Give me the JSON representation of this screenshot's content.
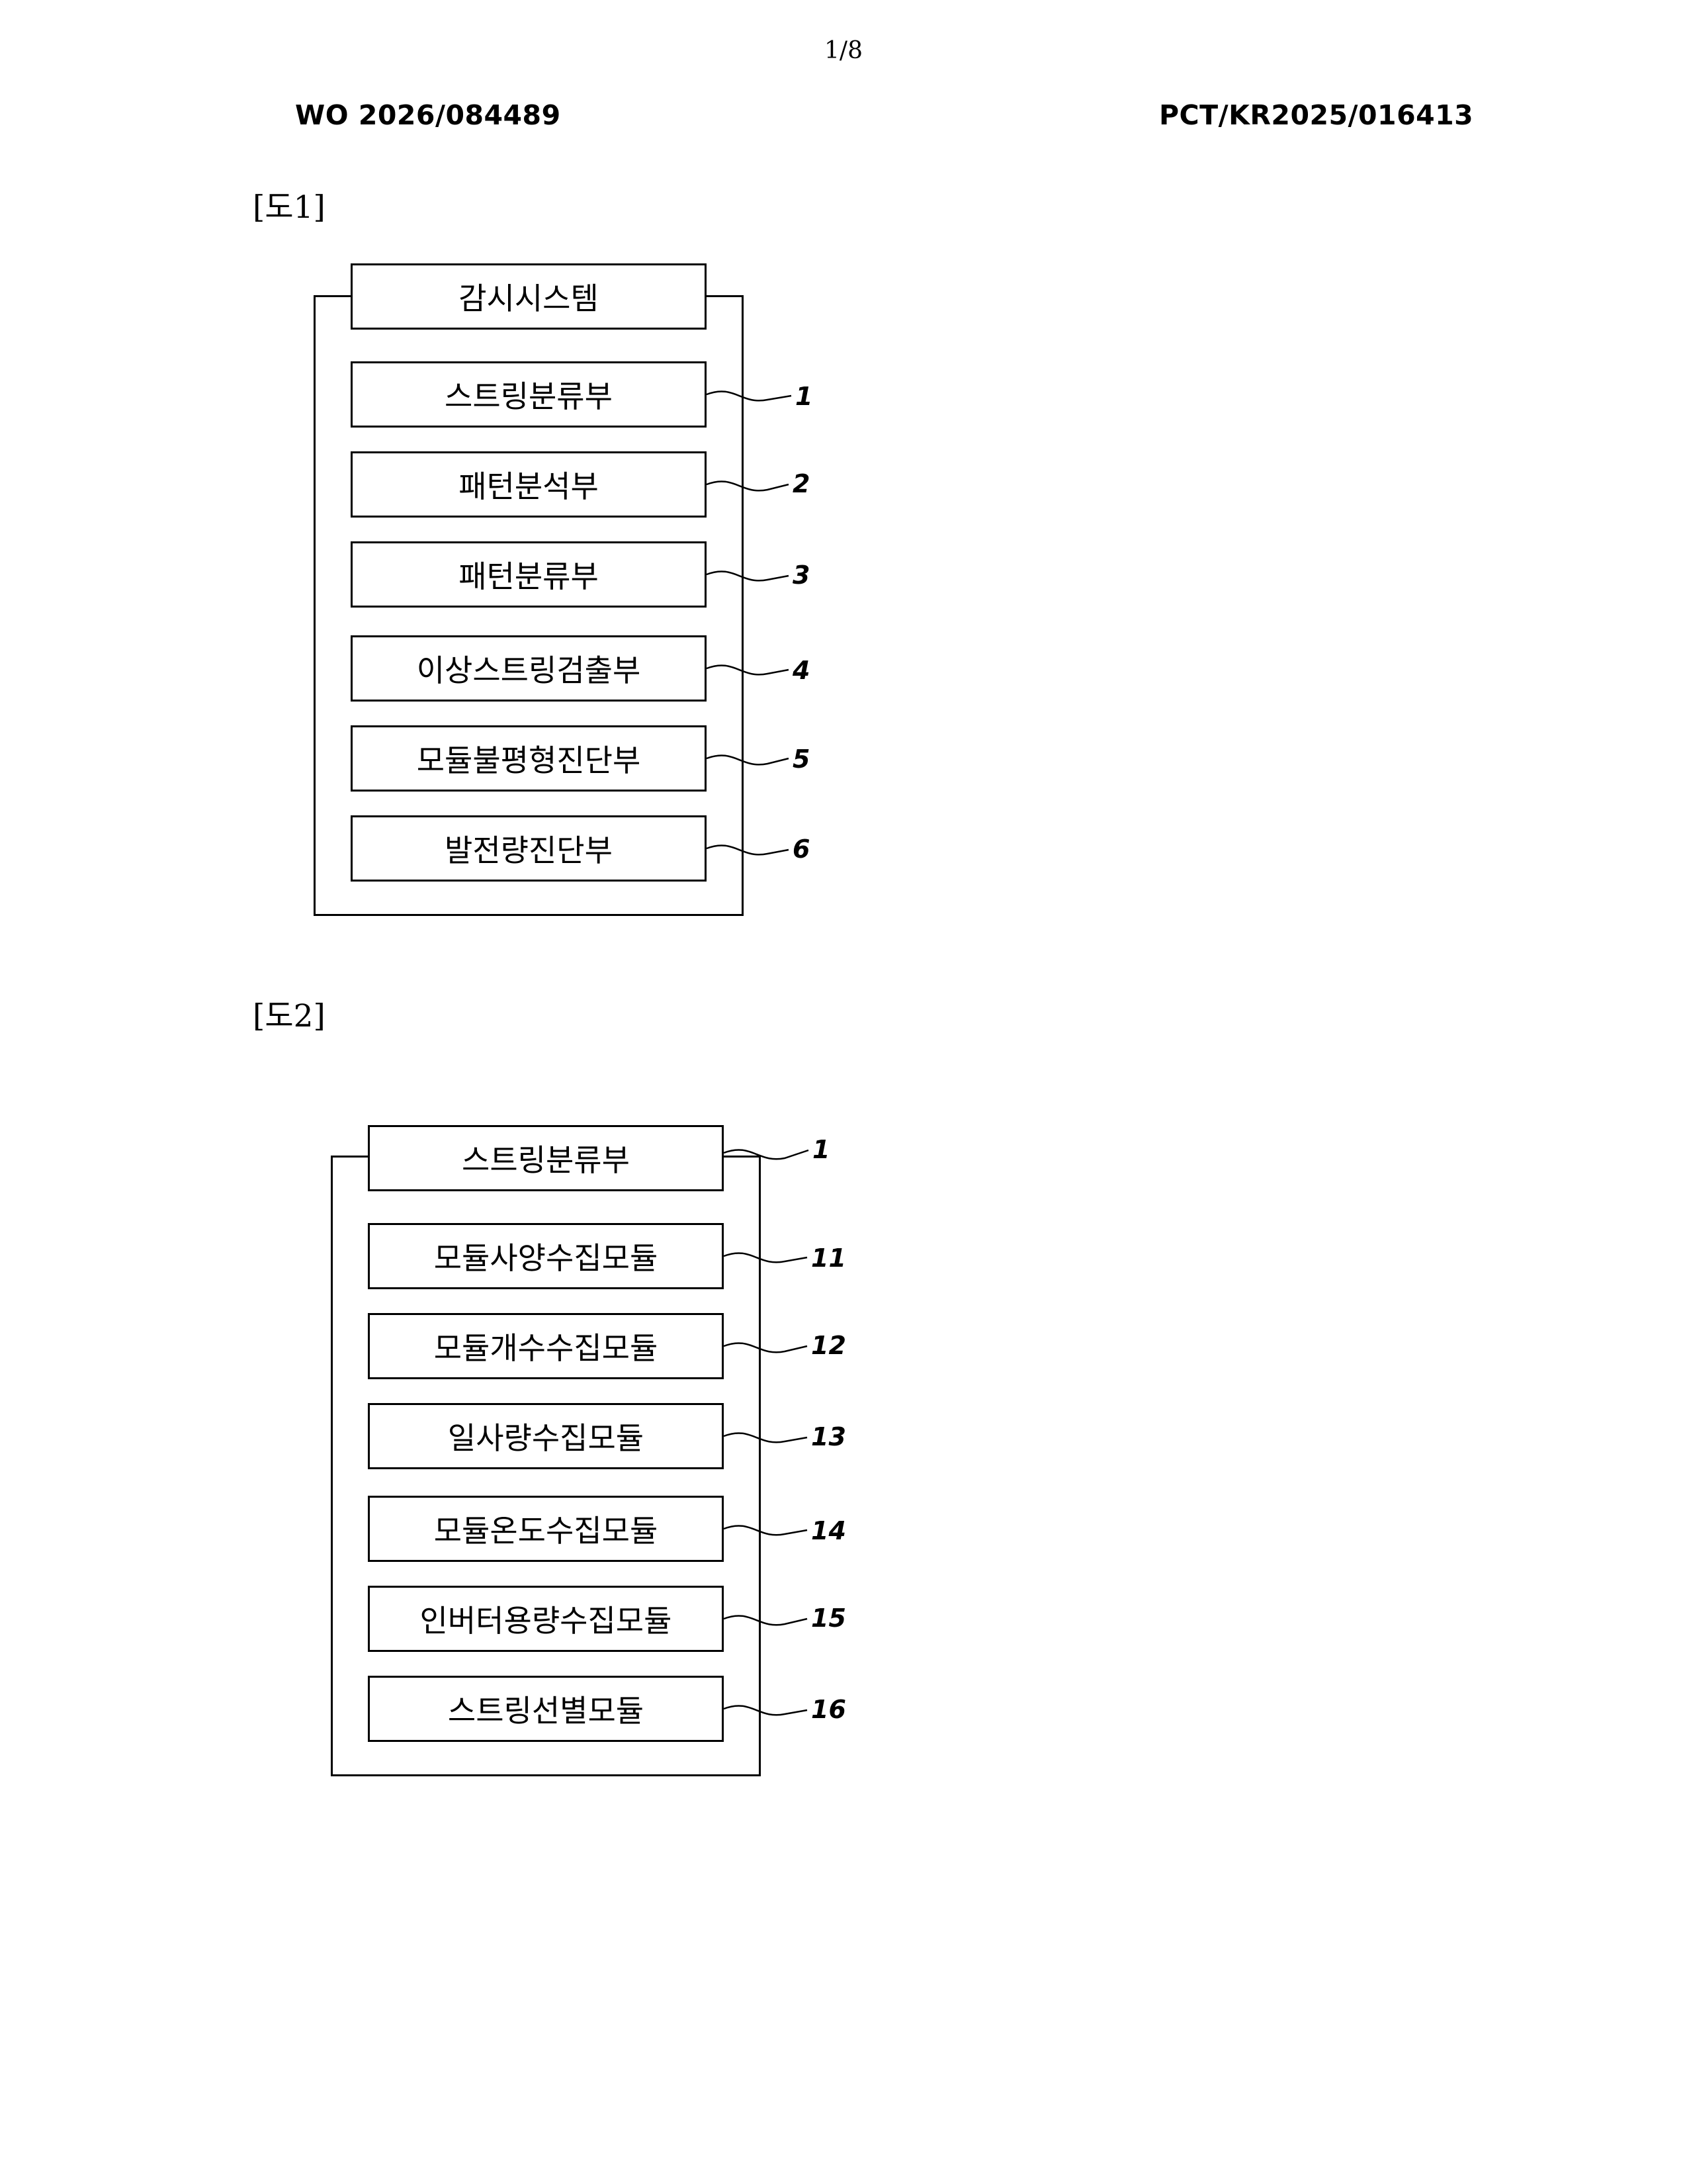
{
  "header": {
    "page_number": "1/8",
    "publication_number": "WO 2026/084489",
    "application_number": "PCT/KR2025/016413"
  },
  "figure1": {
    "label": "[도1]",
    "title": "감시시스템",
    "blocks": [
      {
        "label": "스트링분류부",
        "ref": "1"
      },
      {
        "label": "패턴분석부",
        "ref": "2"
      },
      {
        "label": "패턴분류부",
        "ref": "3"
      },
      {
        "label": "이상스트링검출부",
        "ref": "4"
      },
      {
        "label": "모듈불평형진단부",
        "ref": "5"
      },
      {
        "label": "발전량진단부",
        "ref": "6"
      }
    ]
  },
  "figure2": {
    "label": "[도2]",
    "title": "스트링분류부",
    "title_ref": "1",
    "blocks": [
      {
        "label": "모듈사양수집모듈",
        "ref": "11"
      },
      {
        "label": "모듈개수수집모듈",
        "ref": "12"
      },
      {
        "label": "일사량수집모듈",
        "ref": "13"
      },
      {
        "label": "모듈온도수집모듈",
        "ref": "14"
      },
      {
        "label": "인버터용량수집모듈",
        "ref": "15"
      },
      {
        "label": "스트링선별모듈",
        "ref": "16"
      }
    ]
  }
}
